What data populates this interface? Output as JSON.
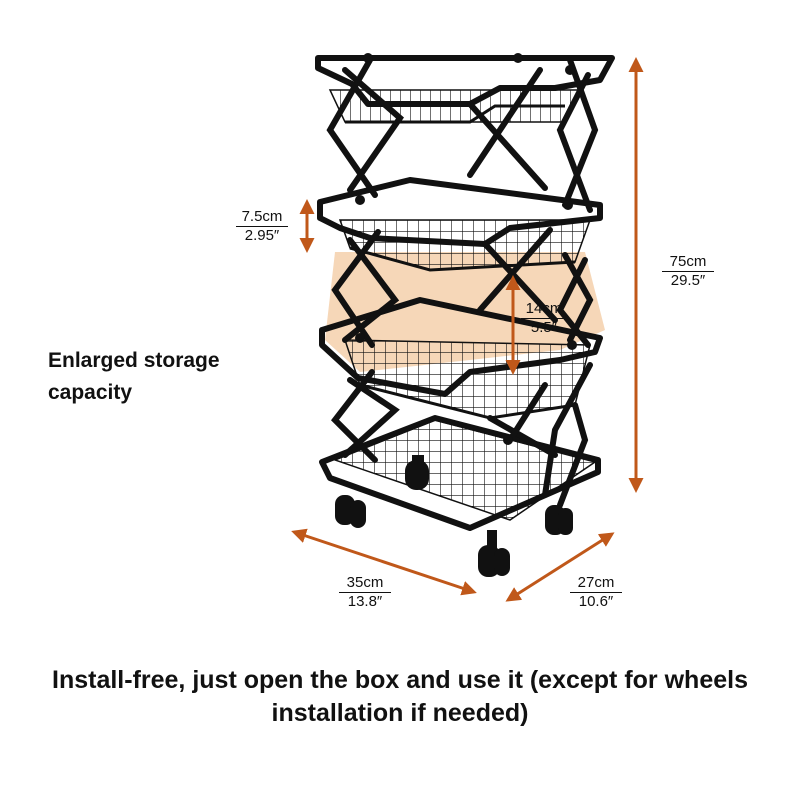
{
  "image": {
    "subject": "folding-metal-basket-cart",
    "colors": {
      "frame": "#111111",
      "arrow": "#c0581a",
      "highlight": "#f3c9a0"
    }
  },
  "dimensions": {
    "tier_gap": {
      "metric": "7.5cm",
      "imperial": "2.95″"
    },
    "expanded_gap": {
      "metric": "14cm",
      "imperial": "5.5″"
    },
    "height": {
      "metric": "75cm",
      "imperial": "29.5″"
    },
    "width": {
      "metric": "35cm",
      "imperial": "13.8″"
    },
    "depth": {
      "metric": "27cm",
      "imperial": "10.6″"
    }
  },
  "captions": {
    "side": "Enlarged storage capacity",
    "bottom": "Install-free, just open the box and use it (except for wheels installation if needed)"
  }
}
